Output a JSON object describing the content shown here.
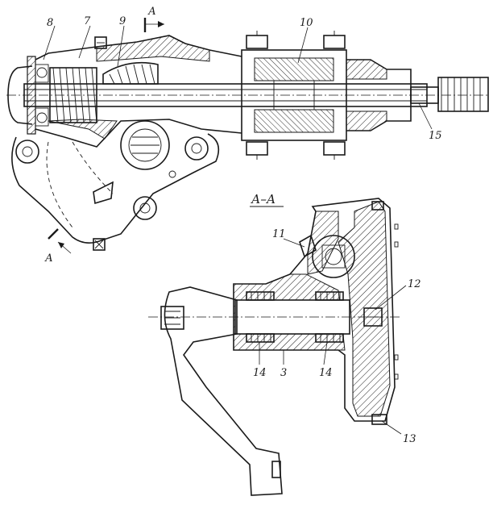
{
  "figure": {
    "section_title": "А–А",
    "cut_marks": {
      "top": "А",
      "bottom": "А"
    },
    "callouts": {
      "c8": "8",
      "c7": "7",
      "c9": "9",
      "c10": "10",
      "c15": "15",
      "c11": "11",
      "c12": "12",
      "c13": "13",
      "c14a": "14",
      "c3": "3",
      "c14b": "14"
    }
  }
}
